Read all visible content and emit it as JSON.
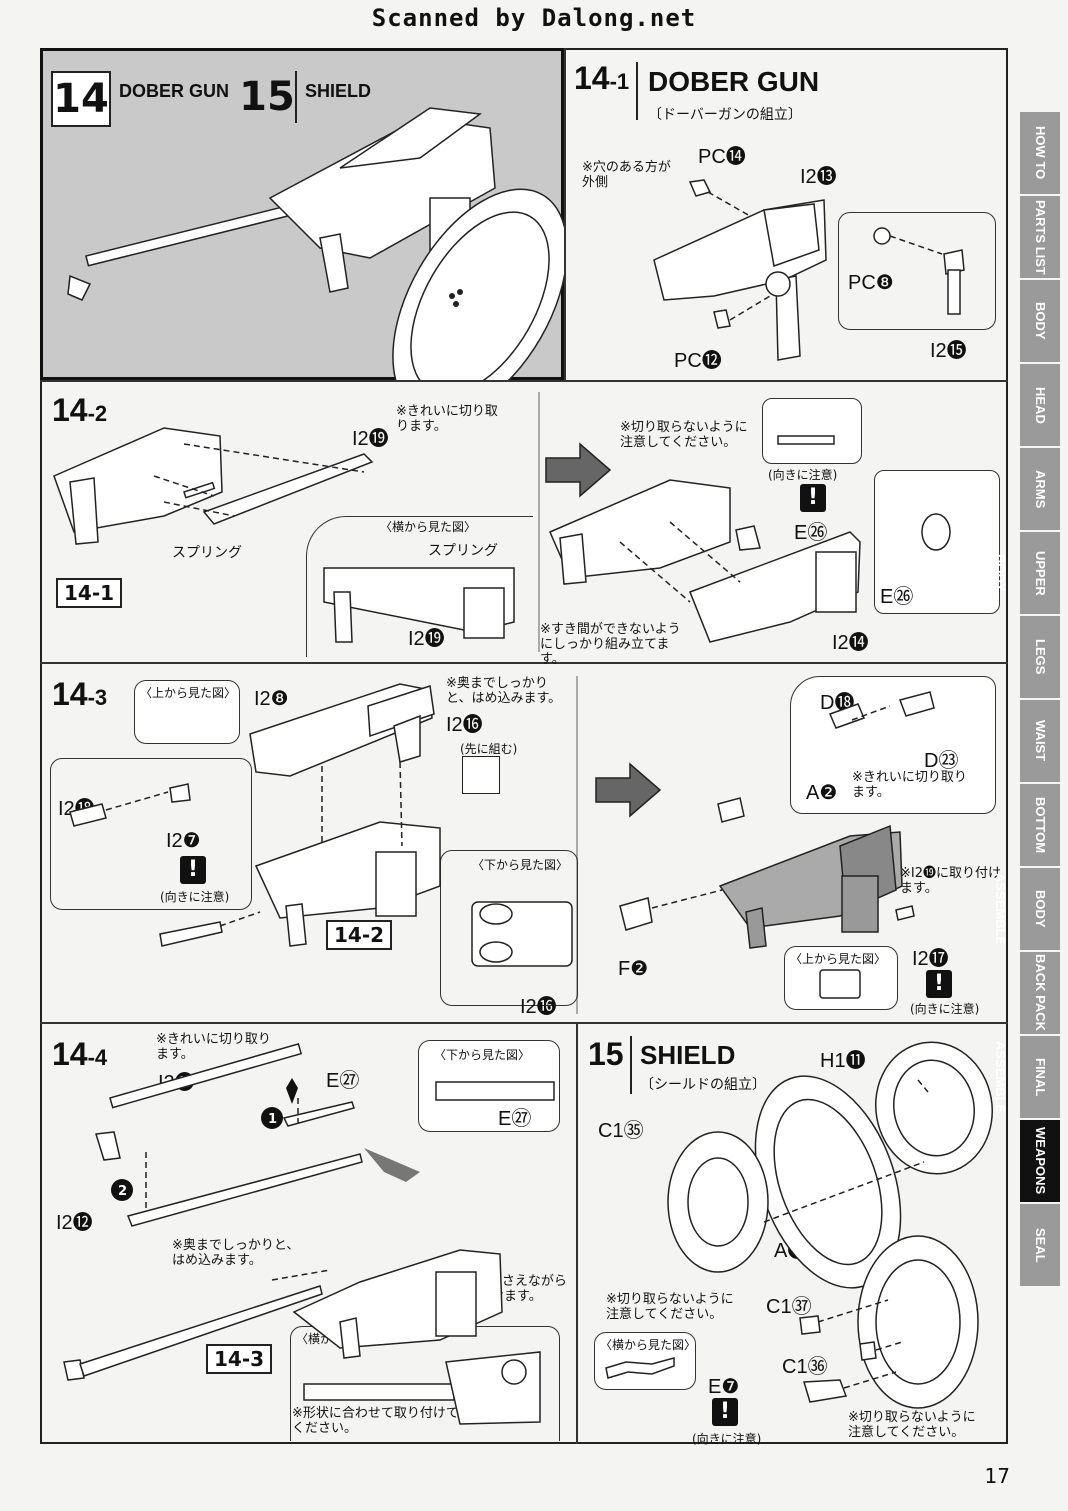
{
  "header": {
    "scan_credit": "Scanned by Dalong.net"
  },
  "overview": {
    "num14": "14",
    "label14": "DOBER GUN",
    "num15": "15",
    "label15": "SHIELD"
  },
  "s14_1": {
    "step": "14",
    "sub": "-1",
    "title": "DOBER GUN",
    "subtitle": "〔ドーバーガンの組立〕",
    "note": "※穴のある方が外側",
    "parts": [
      "PC⓮",
      "I2⓭",
      "PC❽",
      "PC⓬",
      "I2⓯"
    ]
  },
  "s14_2": {
    "step": "14",
    "sub": "-2",
    "note1": "※きれいに切り取ります。",
    "part_i2_19": "I2⓳",
    "spring": "スプリング",
    "side_view": "〈横から見た図〉",
    "spring2": "スプリング",
    "part_i2_19b": "I2⓳",
    "ref": "14-1",
    "note2": "※切り取らないように注意してください。",
    "orient": "(向きに注意)",
    "part_e26": "E㉖",
    "part_e26b": "E㉖",
    "note3": "※すき間ができないようにしっかり組み立てます。",
    "part_i2_14": "I2⓮"
  },
  "s14_3": {
    "step": "14",
    "sub": "-3",
    "top_view": "〈上から見た図〉",
    "part_i2_8": "I2❽",
    "note1": "※奥までしっかりと、はめ込みます。",
    "part_i2_16": "I2⓰",
    "first": "(先に組む)",
    "part_i2_18": "I2⓲",
    "part_i2_7": "I2❼",
    "orient": "(向きに注意)",
    "bottom_view": "〈下から見た図〉",
    "ref": "14-2",
    "part_i2_16b": "I2⓰",
    "part_d18": "D⓲",
    "part_d23": "D㉓",
    "part_a2": "A❷",
    "note2": "※きれいに切り取ります。",
    "note3": "※I2⓳に取り付けます。",
    "part_f2": "F❷",
    "top_view2": "〈上から見た図〉",
    "part_i2_17": "I2⓱",
    "orient2": "(向きに注意)"
  },
  "s14_4": {
    "step": "14",
    "sub": "-4",
    "note1": "※きれいに切り取ります。",
    "part_i2_11": "I2⓫",
    "part_e27": "E㉗",
    "bottom_view": "〈下から見た図〉",
    "part_e27b": "E㉗",
    "part_i2_12": "I2⓬",
    "note2": "※奥までしっかりと、はめ込みます。",
    "note3": "※指で押さえながら取り付けます。",
    "ref": "14-3",
    "side_view": "〈横から見た図〉",
    "note4": "※形状に合わせて取り付けてください。"
  },
  "s15": {
    "step": "15",
    "title": "SHIELD",
    "subtitle": "〔シールドの組立〕",
    "part_h1_11": "H1⓫",
    "part_c1_35": "C1㉟",
    "part_a13": "A⓭",
    "note1": "※切り取らないように注意してください。",
    "part_c1_37": "C1㊲",
    "side_view": "〈横から見た図〉",
    "part_c1_36": "C1㊱",
    "part_e7": "E❼",
    "orient": "(向きに注意)",
    "note2": "※切り取らないように注意してください。"
  },
  "tabs": [
    "HOW TO",
    "PARTS LIST",
    "BODY",
    "HEAD",
    "ARMS",
    "UPPER BODY",
    "LEGS",
    "WAIST",
    "BOTTOM",
    "BODY ASSEMBLE",
    "BACK PACK",
    "FINAL ASSEMBLE",
    "WEAPONS",
    "SEAL"
  ],
  "active_tab": "WEAPONS",
  "page_number": "17"
}
